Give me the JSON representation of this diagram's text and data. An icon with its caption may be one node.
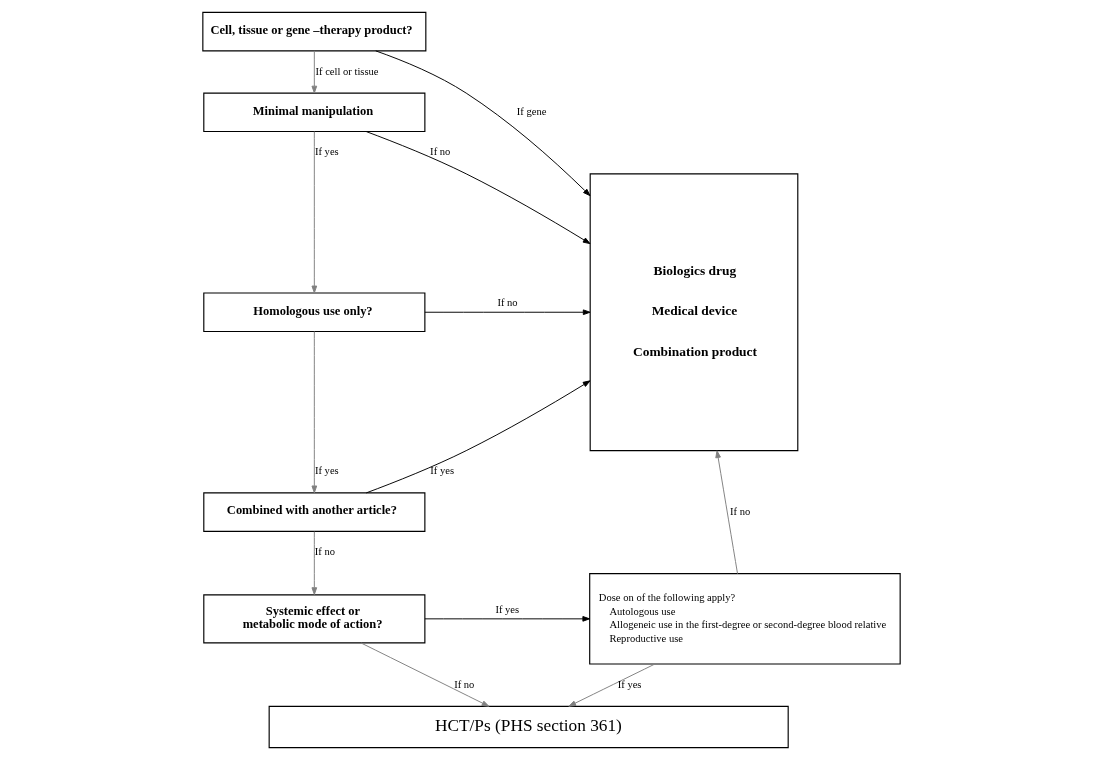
{
  "diagram": {
    "nodes": [
      {
        "text": [
          "Cell, tissue or gene –therapy product?"
        ]
      },
      {
        "text": [
          "Minimal manipulation"
        ]
      },
      {
        "text": [
          "Homologous use only?"
        ]
      },
      {
        "text": [
          "Combined with another article?"
        ]
      },
      {
        "text": [
          "Systemic effect or metabolic mode of action?"
        ]
      },
      {
        "text": [
          "Biologics drug",
          "Medical device",
          "Combination product"
        ]
      },
      {
        "text": [
          "Dose on of the following apply?",
          "Autologous use",
          "Allogeneic use in the first-degree or second-degree blood relative",
          "Reproductive use"
        ]
      },
      {
        "text": [
          "HCT/Ps (PHS section 361)"
        ]
      }
    ],
    "edges": [
      {
        "from": 0,
        "to": 5,
        "arrow": "to",
        "label": "If gene",
        "color": "#000000"
      },
      {
        "from": 0,
        "to": 1,
        "arrow": "to",
        "label": "If cell or tissue"
      },
      {
        "from": 1,
        "to": 5,
        "arrow": "to",
        "label": "If no",
        "color": "#000000"
      },
      {
        "from": 1,
        "to": 2,
        "arrow": "to",
        "label": "If yes"
      },
      {
        "from": 2,
        "to": 5,
        "arrow": "to",
        "label": "If no",
        "color": "#000000"
      },
      {
        "from": 2,
        "to": 3,
        "arrow": "to",
        "label": "If yes"
      },
      {
        "from": 3,
        "to": 5,
        "arrow": "to",
        "label": "If yes",
        "color": "#000000"
      },
      {
        "from": 3,
        "to": 4,
        "arrow": "to",
        "label": "If no"
      },
      {
        "from": 4,
        "to": 6,
        "arrow": "to",
        "label": "If yes",
        "color": "#000000"
      },
      {
        "from": 4,
        "to": 7,
        "arrow": "to",
        "label": "If no"
      },
      {
        "from": 6,
        "to": 5,
        "arrow": "to",
        "label": "If no"
      },
      {
        "from": 6,
        "to": 7,
        "arrow": "to",
        "label": "If yes"
      }
    ]
  }
}
